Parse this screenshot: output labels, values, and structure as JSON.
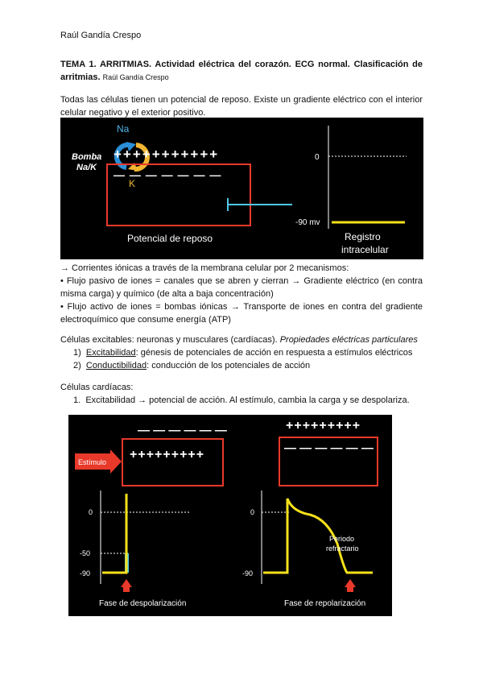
{
  "header": {
    "author": "Raúl Gandía Crespo"
  },
  "title": {
    "bold": "TEMA 1. ARRITMIAS. Actividad eléctrica del corazón. ECG normal. Clasificación de arritmias.",
    "author": "Raúl Gandía Crespo"
  },
  "intro": "Todas las células tienen un potencial de reposo. Existe un gradiente eléctrico con el interior celular negativo y el exterior positivo.",
  "figure1": {
    "na": "Na",
    "k": "K",
    "bomba_line1": "Bomba",
    "bomba_line2": "Na/K",
    "plus_signs": "+++++++++++",
    "minus_signs": "— — — — — — —",
    "caption_left": "Potencial de reposo",
    "zero": "0",
    "minus90": "-90 mv",
    "caption_right_line1": "Registro",
    "caption_right_line2": "intracelular"
  },
  "currents": {
    "line1": "→ Corrientes iónicas a través de la membrana celular por 2 mecanismos:",
    "line2": "• Flujo pasivo de iones = canales que se abren y cierran → Gradiente eléctrico (en contra misma carga) y químico (de alta a baja concentración)",
    "line3": "• Flujo activo de iones = bombas iónicas → Transporte de iones en contra del gradiente electroquímico que consume energía (ATP)"
  },
  "excitable": {
    "line": "Células excitables: neuronas y musculares (cardíacas).",
    "italic": "Propiedades eléctricas particulares",
    "item1_num": "1)",
    "item1_term": "Excitabilidad",
    "item1_rest": ": génesis de potenciales de acción en respuesta a estímulos eléctricos",
    "item2_num": "2)",
    "item2_term": "Conductibilidad",
    "item2_rest": ": conducción de los potenciales de acción"
  },
  "cardiacas": {
    "heading": "Células cardíacas:",
    "item1_num": "1.",
    "item1_text": "Excitabilidad → potencial de acción. Al estímulo, cambia la carga y se despolariza."
  },
  "figure2": {
    "minus_top_left": "— — — — — —",
    "plus_inside_left": "+++++++++",
    "plus_top_right": "+++++++++",
    "minus_inside_right": "— — — — — —",
    "stimulus": "Estímulo",
    "zero_left": "0",
    "minus50": "-50",
    "minus90_left": "-90",
    "zero_right": "0",
    "minus90_right": "-90",
    "refractory_line1": "Periodo",
    "refractory_line2": "refractario",
    "caption_left": "Fase de despolarización",
    "caption_right": "Fase de repolarización"
  }
}
